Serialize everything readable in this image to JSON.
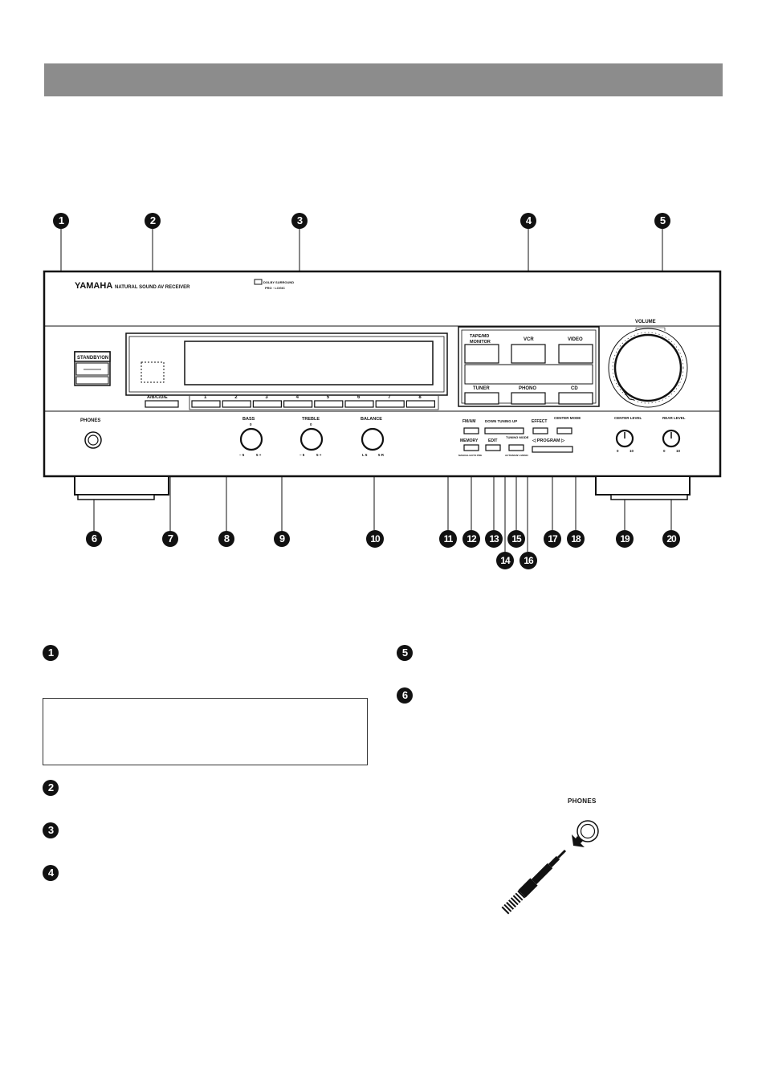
{
  "front_panel": {
    "brand": "YAMAHA",
    "model_text": "NATURAL SOUND  AV RECEIVER",
    "dolby_line1": "DOLBY SURROUND",
    "dolby_line2": "PRO · LOGIC",
    "standby_label": "STANDBY/ON",
    "speaker_label": "A/B/C/D/E",
    "preset_numbers": [
      "1",
      "2",
      "3",
      "4",
      "5",
      "6",
      "7",
      "8"
    ],
    "input_labels": {
      "tape_md": "TAPE/MD",
      "monitor": "MONITOR",
      "vcr": "VCR",
      "video": "VIDEO",
      "tuner": "TUNER",
      "phono": "PHONO",
      "cd": "CD"
    },
    "volume_label": "VOLUME",
    "phones_label": "PHONES",
    "bass_label": "BASS",
    "treble_label": "TREBLE",
    "balance_label": "BALANCE",
    "fm_am_label": "FM/AM",
    "memory_label": "MEMORY",
    "memory_sub": "MANUAL/AUTO PRE",
    "tuning_label": "DOWN  TUNING  UP",
    "edit_label": "EDIT",
    "tuning_mode_label": "TUNING MODE",
    "tuning_mode_sub": "AUTO/MAN'L MONO",
    "effect_label": "EFFECT",
    "center_mode_label": "CENTER MODE",
    "program_label": "◁ PROGRAM ▷",
    "center_level_label": "CENTER LEVEL",
    "rear_level_label": "REAR LEVEL",
    "level_scale": [
      "0",
      "10"
    ],
    "tone_scale_top": "0",
    "tone_scale_bottom": [
      "– 5",
      "5 +"
    ],
    "balance_scale_bottom": [
      "L 5",
      "5 R"
    ]
  },
  "callouts_top": [
    "1",
    "2",
    "3",
    "4",
    "5"
  ],
  "callouts_bottom": [
    "6",
    "7",
    "8",
    "9",
    "10",
    "11",
    "12",
    "13",
    "15",
    "17",
    "18",
    "19",
    "20"
  ],
  "callouts_lower": [
    "14",
    "16"
  ],
  "list_markers_left": [
    "1",
    "2",
    "3",
    "4"
  ],
  "list_markers_right": [
    "5",
    "6"
  ],
  "phones_figure_label": "PHONES"
}
